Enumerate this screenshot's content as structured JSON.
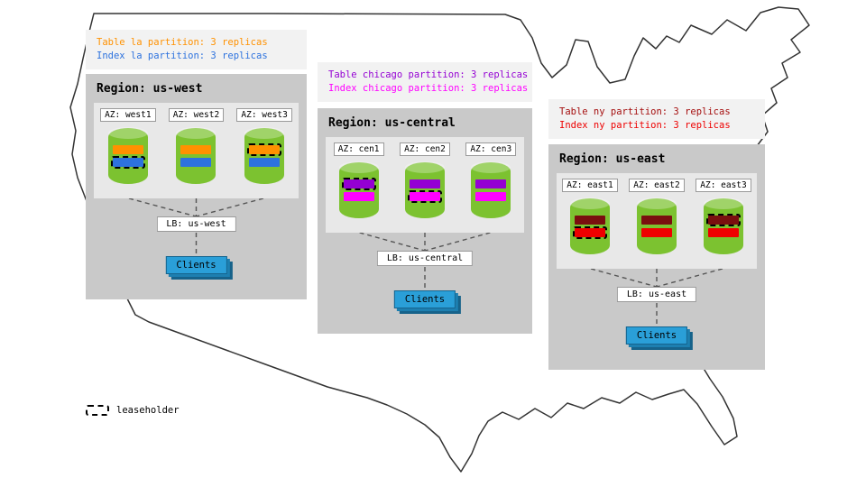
{
  "colors": {
    "cylinder": "#7cc230",
    "clients": "#2a9fd8"
  },
  "annotations": [
    {
      "lines": [
        {
          "text": "Table la partition: 3 replicas",
          "color": "#ff9100"
        },
        {
          "text": "Index la partition: 3 replicas",
          "color": "#2d72de"
        }
      ]
    },
    {
      "lines": [
        {
          "text": "Table chicago partition: 3 replicas",
          "color": "#9400d3"
        },
        {
          "text": "Index chicago partition: 3 replicas",
          "color": "#ff00ff"
        }
      ]
    },
    {
      "lines": [
        {
          "text": "Table ny partition: 3 replicas",
          "color": "#a50f0f"
        },
        {
          "text": "Index ny partition: 3 replicas",
          "color": "#ee0000"
        }
      ]
    }
  ],
  "regions": [
    {
      "title": "Region: us-west",
      "azs": [
        "AZ: west1",
        "AZ: west2",
        "AZ: west3"
      ],
      "lb": "LB: us-west",
      "clients": "Clients",
      "table_color": "#ff9100",
      "index_color": "#2d72de",
      "replicas": [
        {
          "table_lease": false,
          "index_lease": true
        },
        {
          "table_lease": false,
          "index_lease": false
        },
        {
          "table_lease": true,
          "index_lease": false
        }
      ]
    },
    {
      "title": "Region: us-central",
      "azs": [
        "AZ: cen1",
        "AZ: cen2",
        "AZ: cen3"
      ],
      "lb": "LB: us-central",
      "clients": "Clients",
      "table_color": "#9400d3",
      "index_color": "#ff00ff",
      "replicas": [
        {
          "table_lease": true,
          "index_lease": false
        },
        {
          "table_lease": false,
          "index_lease": true
        },
        {
          "table_lease": false,
          "index_lease": false
        }
      ]
    },
    {
      "title": "Region: us-east",
      "azs": [
        "AZ: east1",
        "AZ: east2",
        "AZ: east3"
      ],
      "lb": "LB: us-east",
      "clients": "Clients",
      "table_color": "#7a0f0f",
      "index_color": "#ee0000",
      "replicas": [
        {
          "table_lease": false,
          "index_lease": true
        },
        {
          "table_lease": false,
          "index_lease": false
        },
        {
          "table_lease": true,
          "index_lease": false
        }
      ]
    }
  ],
  "legend": {
    "label": "leaseholder"
  }
}
